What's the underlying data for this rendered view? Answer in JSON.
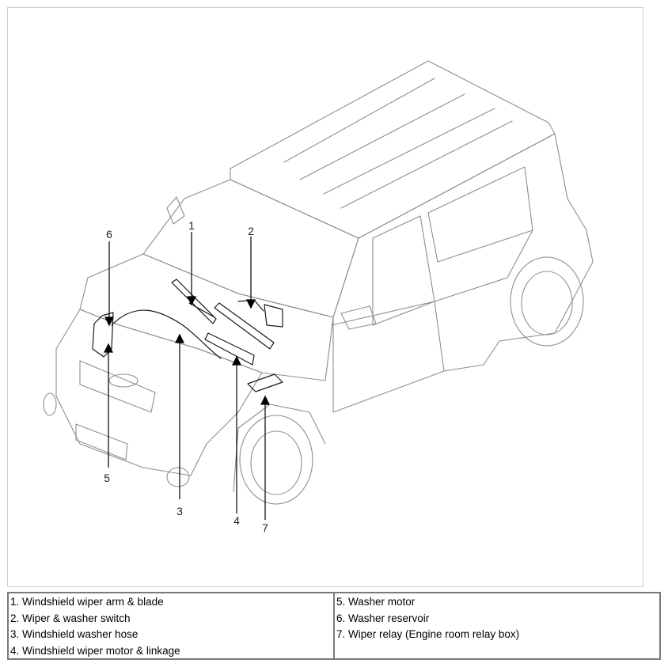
{
  "figure": {
    "callouts": [
      "1",
      "2",
      "3",
      "4",
      "5",
      "6",
      "7"
    ]
  },
  "legend": {
    "left": [
      "1. Windshield wiper arm & blade",
      "2. Wiper & washer switch",
      "3. Windshield washer hose",
      "4. Windshield wiper motor & linkage"
    ],
    "right": [
      "5. Washer motor",
      "6. Washer reservoir",
      "7. Wiper relay (Engine room relay box)"
    ]
  }
}
